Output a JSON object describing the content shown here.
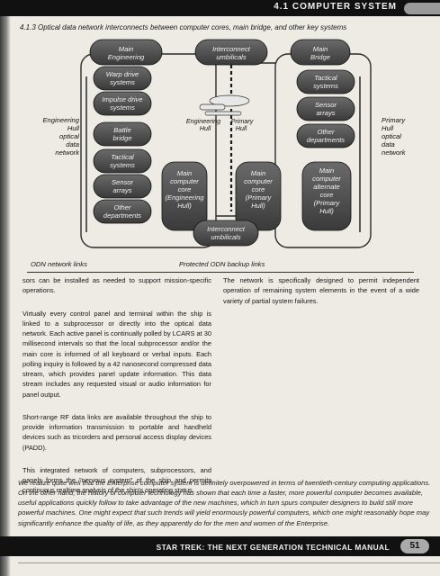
{
  "header": {
    "title": "4.1 COMPUTER SYSTEM"
  },
  "section_title": "4.1.3 Optical data network interconnects between computer cores, main bridge, and other key systems",
  "diagram": {
    "main_engineering": [
      "Main",
      "Engineering"
    ],
    "interconnect_top": [
      "Interconnect",
      "umbilicals"
    ],
    "main_bridge": [
      "Main",
      "Bridge"
    ],
    "warp_drive": [
      "Warp drive",
      "systems"
    ],
    "impulse_drive": [
      "Impulse drive",
      "systems"
    ],
    "battle_bridge": [
      "Battle",
      "bridge"
    ],
    "tactical_left": [
      "Tactical",
      "systems"
    ],
    "sensor_left": [
      "Sensor",
      "arrays"
    ],
    "other_left": [
      "Other",
      "departments"
    ],
    "tactical_right": [
      "Tactical",
      "systems"
    ],
    "sensor_right": [
      "Sensor",
      "arrays"
    ],
    "other_right": [
      "Other",
      "departments"
    ],
    "core_engineering": [
      "Main",
      "computer",
      "core",
      "(Engineering",
      "Hull)"
    ],
    "core_primary": [
      "Main",
      "computer",
      "core",
      "(Primary",
      "Hull)"
    ],
    "core_alternate": [
      "Main",
      "computer",
      "alternate",
      "core",
      "(Primary",
      "Hull)"
    ],
    "interconnect_bottom": [
      "Interconnect",
      "umbilicals"
    ],
    "hull_label": [
      "Engineering",
      "Primary",
      "Hull",
      "Hull"
    ],
    "left_side": [
      "Engineering",
      "Hull",
      "optical",
      "data",
      "network"
    ],
    "right_side": [
      "Primary",
      "Hull",
      "optical",
      "data",
      "network"
    ]
  },
  "captions": {
    "odn_links": "ODN network links",
    "protected": "Protected ODN backup links"
  },
  "body": {
    "left_col": [
      "sors can be installed as needed to support mission-specific operations.",
      "Virtually every control panel and terminal within the ship is linked to a subprocessor or directly into the optical data network. Each active panel is continually polled by LCARS at 30 millisecond intervals so that the local subprocessor and/or the main core is informed of all keyboard or verbal inputs. Each polling inquiry is followed by a 42 nanosecond compressed data stream, which provides panel update information. This data stream includes any requested visual or audio information for panel output.",
      "Short-range RF data links are available throughout the ship to provide information transmission to portable and handheld devices such as tricorders and personal access display devices (PADD).",
      "This integrated network of computers, subprocessors, and panels forms the \"nervous system\" of the ship and permits continuous realtime analysis of the ship's operating status."
    ],
    "right_col": [
      "The network is specifically designed to permit independent operation of remaining system elements in the event of a wide variety of partial system failures."
    ]
  },
  "note": "We realize quite well that the Enterprise computer system is definitely overpowered in terms of twentieth-century computing applications. On the other hand, the history of computer technology has shown that each time a faster, more powerful computer becomes available, useful applications quickly follow to take advantage of the new machines, which in turn spurs computer designers to build still more powerful machines. One might expect that such trends will yield enormously powerful computers, which one might reasonably hope may significantly enhance the quality of life, as they apparently do for the men and women of the Enterprise.",
  "footer": {
    "title": "STAR TREK: THE NEXT GENERATION TECHNICAL MANUAL",
    "page": "51"
  },
  "colors": {
    "bubble_fill": "#4b4b4b",
    "band": "#111111",
    "paper": "#eeebe4"
  }
}
